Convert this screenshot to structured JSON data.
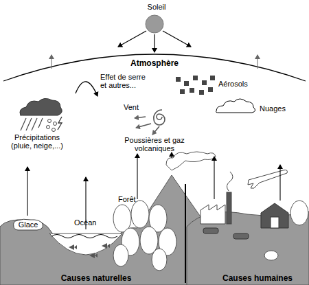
{
  "diagram": {
    "nodes": [
      {
        "text": [
          "Glace"
        ]
      }
    ],
    "labels": [
      "Soleil",
      "Atmosphère",
      "Effet de serre et autres...",
      "Aérosols",
      "Vent",
      "Nuages",
      "Précipitations (pluie, neige,...)",
      "Poussières et gaz volcaniques",
      "Forêt",
      "Océan",
      "Causes naturelles",
      "Causes humaines"
    ]
  }
}
